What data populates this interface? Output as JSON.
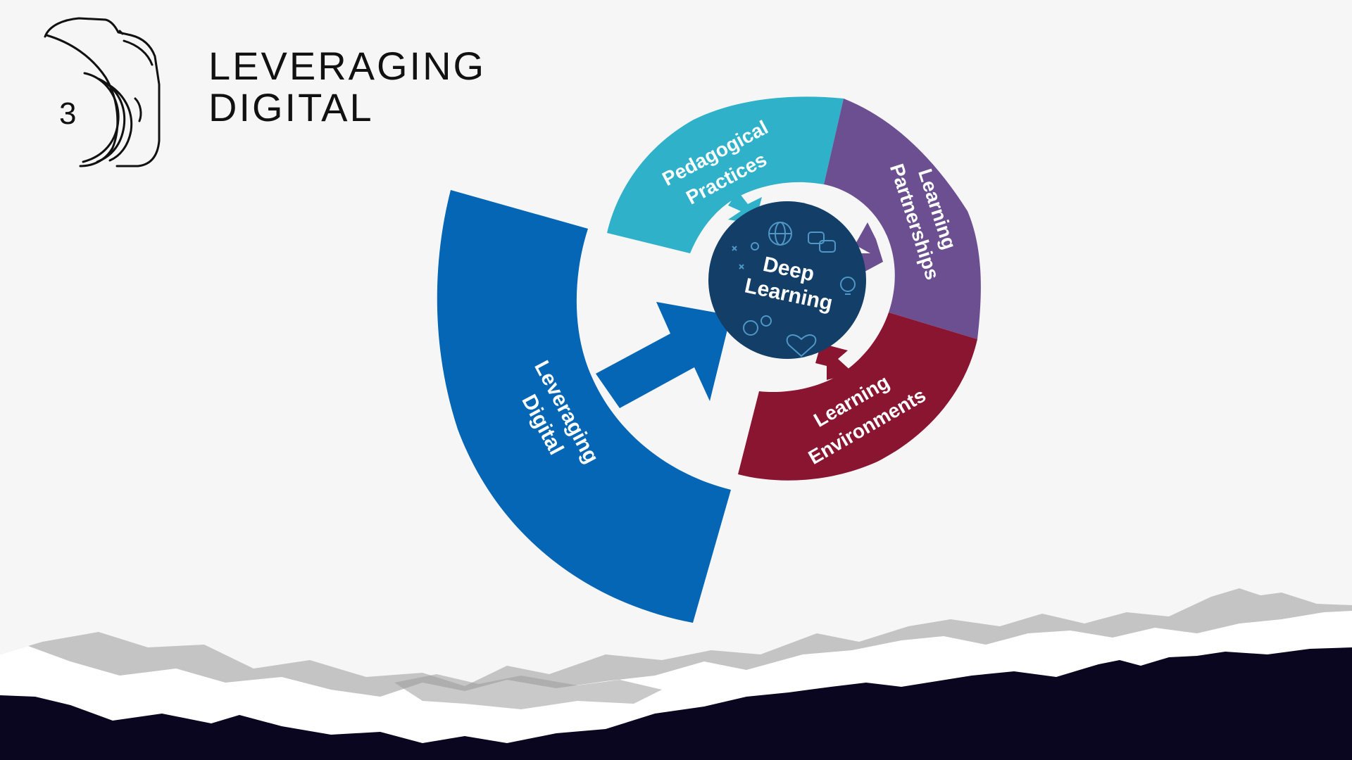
{
  "header": {
    "number": "3",
    "title_line1": "LEVERAGING",
    "title_line2": "DIGITAL"
  },
  "diagram": {
    "center": {
      "line1": "Deep",
      "line2": "Learning"
    },
    "segments": [
      {
        "id": "pedagogical",
        "line1": "Pedagogical",
        "line2": "Practices",
        "color": "#2eb1c9"
      },
      {
        "id": "partnerships",
        "line1": "Learning",
        "line2": "Partnerships",
        "color": "#6b4f91"
      },
      {
        "id": "environments",
        "line1": "Learning",
        "line2": "Environments",
        "color": "#8a1531"
      },
      {
        "id": "digital",
        "line1": "Leveraging",
        "line2": "Digital",
        "color": "#0466b4"
      }
    ],
    "center_color": "#123e68"
  },
  "colors": {
    "background": "#f6f6f7",
    "mountain_dark": "#0a0620",
    "mountain_grey": "#c4c4c4",
    "mountain_white": "#ffffff"
  }
}
